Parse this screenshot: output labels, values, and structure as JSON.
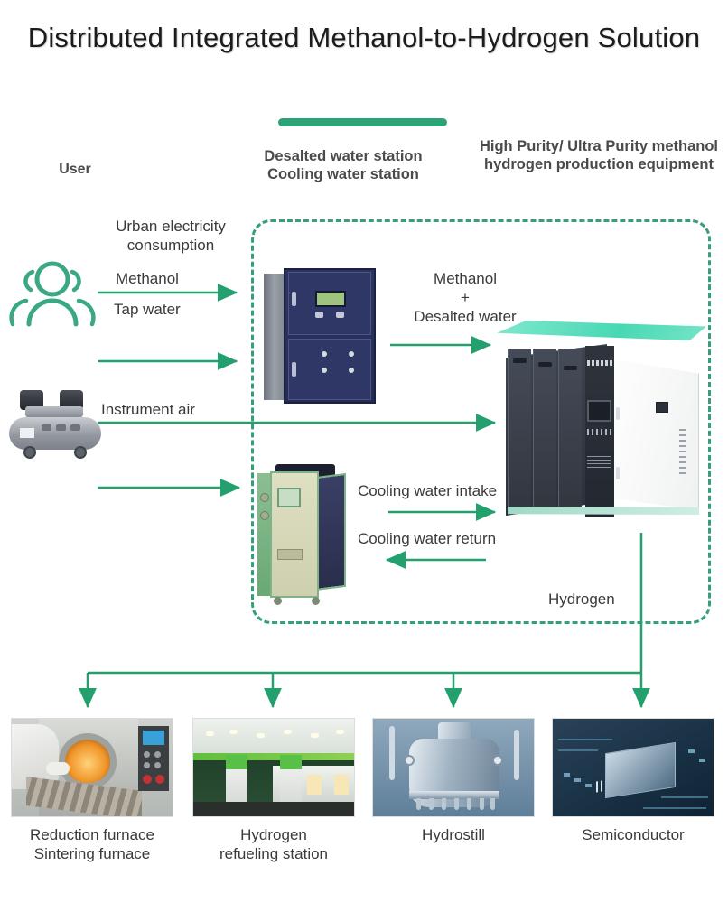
{
  "title": "Distributed Integrated Methanol-to-Hydrogen Solution",
  "accent_color": "#2ba377",
  "headers": {
    "user": "User",
    "water_station": "Desalted water station\nCooling water station",
    "equipment": "High Purity/ Ultra Purity methanol hydrogen production equipment"
  },
  "flows": {
    "urban_electricity": "Urban electricity consumption",
    "methanol": "Methanol",
    "tap_water": "Tap water",
    "instrument_air": "Instrument air",
    "methanol_desalted": "Methanol\n+\nDesalted water",
    "cooling_water_intake": "Cooling water intake",
    "cooling_water_return": "Cooling water return",
    "hydrogen": "Hydrogen"
  },
  "icons": {
    "user": "users-group-icon",
    "air_compressor": "air-compressor-icon",
    "water_cabinet": "desalted-water-cabinet-icon",
    "chiller": "cooling-water-chiller-icon",
    "hydrogen_unit": "hydrogen-production-unit-icon"
  },
  "applications": [
    {
      "caption": "Reduction furnace\nSintering furnace",
      "image_name": "reduction-sintering-furnace-photo"
    },
    {
      "caption": "Hydrogen\nrefueling station",
      "image_name": "hydrogen-refueling-station-photo"
    },
    {
      "caption": "Hydrostill",
      "image_name": "hydrostill-photo"
    },
    {
      "caption": "Semiconductor",
      "image_name": "semiconductor-photo"
    }
  ]
}
